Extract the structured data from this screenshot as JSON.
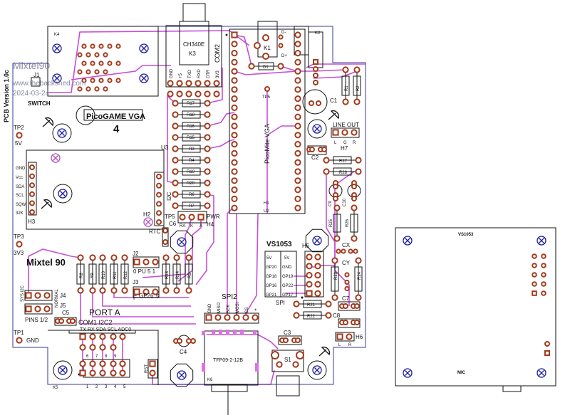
{
  "branding": {
    "author": "Mixtel90",
    "website": "www.thebackshed.com",
    "date": "2024-03-24",
    "pcb_version": "PCB Version 1.0c",
    "logo_title": "PicoGAME VGA",
    "logo_number": "4",
    "author_bold": "Mixtel 90"
  },
  "left": {
    "k4": "K4",
    "j1": "J1",
    "switch": "SWITCH",
    "tp2": "TP2",
    "v5": "5V",
    "tp3": "TP3",
    "v33": "3V3",
    "tp1": "TP1",
    "gnd": "GND"
  },
  "rtc": {
    "h3": "H3",
    "pins": [
      "GND",
      "Vcc",
      "SDA",
      "SCL",
      "SQW",
      "32K"
    ],
    "i2c": "I2C",
    "h2": "H2",
    "rtc": "RTC",
    "u3": "U3"
  },
  "ch340": {
    "chip": "CH340E",
    "k3": "K3",
    "com2": "COM2",
    "pins": [
      "GND",
      "+5",
      "TXD",
      "RXD",
      "DTR",
      "3V3"
    ]
  },
  "resistors_col": [
    "R17",
    "R18",
    "R16",
    "R15",
    "R3",
    "R4",
    "R19",
    "R20",
    "R6",
    "R7"
  ],
  "pwr": {
    "tp5": "TP5",
    "pins": [
      "RA",
      "K",
      "A"
    ],
    "pwr": "PWR",
    "h4": "H4",
    "c6": "C6"
  },
  "resistors_row": [
    "R8",
    "R9",
    "R10",
    "R11",
    "R12",
    "R13",
    "R14",
    "R5"
  ],
  "jumpers": {
    "j2": "J2",
    "j2_sub": "0  PU 5  1",
    "j3": "J3",
    "j3_f": "F",
    "j3_sub": "GP26",
    "j3_5": "5",
    "j4": "J4",
    "j5": "J5",
    "sys_i2c": "SYS I2C",
    "normal": "NORMAL",
    "pins12": "PINS 1/2",
    "c5": "C5"
  },
  "port_a": {
    "title": "PORT A",
    "sub": "COM1  I2C2",
    "signals": "TX  RX  SDA SCL  ADC0",
    "k5": "K5",
    "top_nums": [
      "6",
      "7",
      "8",
      "9"
    ],
    "bottom_nums": [
      "1",
      "2",
      "3",
      "4",
      "5"
    ],
    "rst": "RST"
  },
  "sd": {
    "spi2": "SPI2",
    "pins": [
      "GND",
      "MISO",
      "SCK",
      "MOSI",
      "CS",
      "+"
    ],
    "part": "TFP09-2-12B",
    "k6": "K6",
    "c4": "C4"
  },
  "pico": {
    "title": "PicoMite VGA",
    "tp5": "TP5",
    "h1": "H1",
    "u2": "U2",
    "k1": "K1",
    "dminus": "D-",
    "dplus": "D+",
    "d1": "D1"
  },
  "vs1053": {
    "title": "VS1053",
    "left": [
      "5V",
      "GP20",
      "GP18",
      "GP16",
      "GP21"
    ],
    "right": [
      "5V",
      "GND",
      "GP19",
      "GP22",
      "GP17"
    ],
    "spi": "SPI",
    "h5": "H5",
    "r21": "R21",
    "r22": "R22",
    "c8": "C8",
    "c3": "C3",
    "s1": "S1"
  },
  "audio": {
    "k2": "K2",
    "r1": "R1",
    "r2": "R2",
    "c1": "C1",
    "line_out": "LINE OUT",
    "lgr": [
      "L",
      "G",
      "R"
    ],
    "h7": "H7",
    "c2": "C2",
    "r27": "R27",
    "r28": "R28",
    "c9": "C9",
    "c10": "C10",
    "r25": "R25",
    "r26": "R26",
    "cx": "CX",
    "cy": "CY",
    "r23": "R23",
    "r24": "R24",
    "c7": "C7",
    "h6": "H6",
    "lr": [
      "L",
      "R"
    ]
  },
  "module": {
    "title": "VS1053",
    "mic": "MIC"
  },
  "colors": {
    "pad": "#a23a1c",
    "trace": "#c64fd6",
    "outline": "#3a3a9a",
    "mount": "#1a1a9a"
  }
}
